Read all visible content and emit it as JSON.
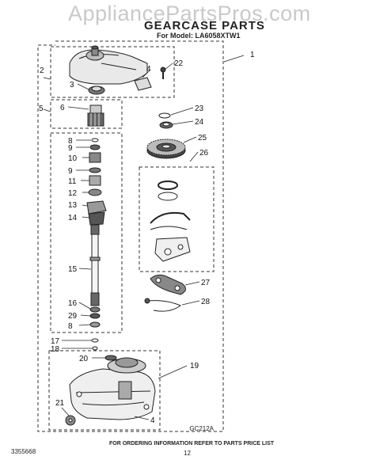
{
  "watermark": "AppliancePartsPros.com",
  "title": "GEARCASE PARTS",
  "model_line": "For Model: LA6058XTW1",
  "diagram_code": "GC212A",
  "footer_note": "FOR ORDERING INFORMATION REFER TO PARTS PRICE LIST",
  "document_number": "3355668",
  "page_number": "12",
  "callouts": {
    "c1": "1",
    "c2": "2",
    "c3": "3",
    "c4a": "4",
    "c4b": "4",
    "c5": "5",
    "c6": "6",
    "c8a": "8",
    "c8b": "8",
    "c9a": "9",
    "c9b": "9",
    "c10": "10",
    "c11": "11",
    "c12": "12",
    "c13": "13",
    "c14": "14",
    "c15": "15",
    "c16": "16",
    "c17": "17",
    "c18": "18",
    "c19": "19",
    "c20": "20",
    "c21": "21",
    "c22": "22",
    "c23": "23",
    "c24": "24",
    "c25": "25",
    "c26": "26",
    "c27": "27",
    "c28": "28",
    "c29": "29"
  }
}
